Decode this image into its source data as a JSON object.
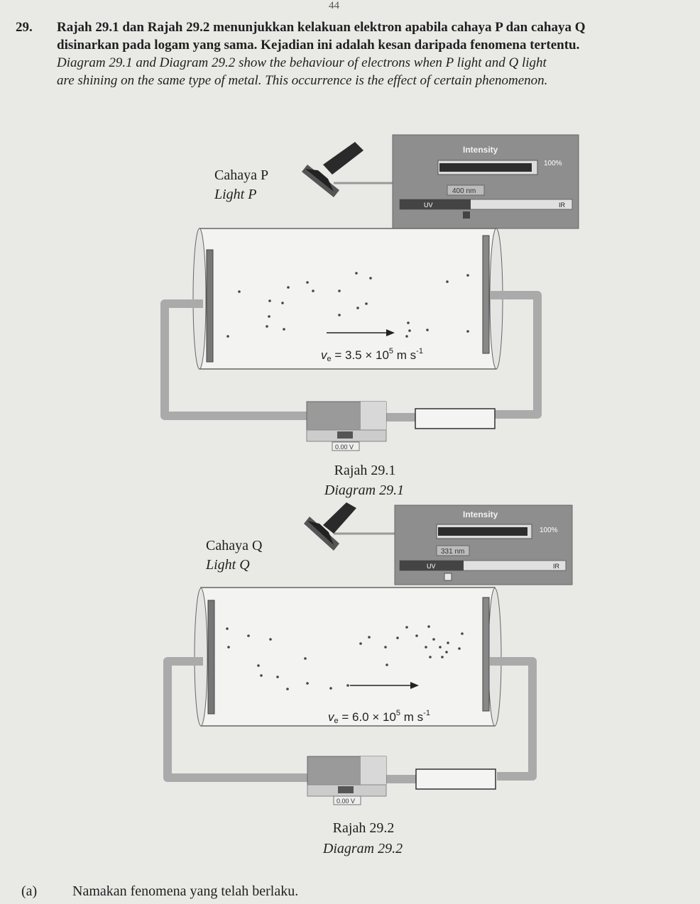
{
  "page_number": "44",
  "question": {
    "number": "29.",
    "lines_malay": [
      "Rajah 29.1 dan Rajah 29.2 menunjukkan kelakuan elektron apabila cahaya P dan cahaya Q",
      "disinarkan pada logam yang sama. Kejadian ini adalah kesan daripada fenomena tertentu."
    ],
    "lines_english": [
      "Diagram 29.1 and Diagram 29.2 show the behaviour of electrons when P light and Q light",
      "are shining on the same type of metal. This occurrence is the effect of certain phenomenon."
    ]
  },
  "diagram1": {
    "light_malay": "Cahaya P",
    "light_english": "Light P",
    "panel_title": "Intensity",
    "intensity": "100%",
    "wavelength": "400 nm",
    "uv_label": "UV",
    "ir_label": "IR",
    "velocity_prefix": "v",
    "velocity_sub": "e",
    "velocity_value": " = 3.5 × 10",
    "velocity_exp": "5",
    "velocity_unit": " m s",
    "velocity_unit_exp": "-1",
    "voltmeter": "0.00 V",
    "caption_malay": "Rajah 29.1",
    "caption_english": "Diagram 29.1"
  },
  "diagram2": {
    "light_malay": "Cahaya Q",
    "light_english": "Light Q",
    "panel_title": "Intensity",
    "intensity": "100%",
    "wavelength": "331 nm",
    "uv_label": "UV",
    "ir_label": "IR",
    "velocity_prefix": "v",
    "velocity_sub": "e",
    "velocity_value": " = 6.0 × 10",
    "velocity_exp": "5",
    "velocity_unit": " m s",
    "velocity_unit_exp": "-1",
    "voltmeter": "0.00 V",
    "caption_malay": "Rajah 29.2",
    "caption_english": "Diagram 29.2"
  },
  "part_a": {
    "label": "(a)",
    "text": "Namakan fenomena yang telah berlaku."
  }
}
